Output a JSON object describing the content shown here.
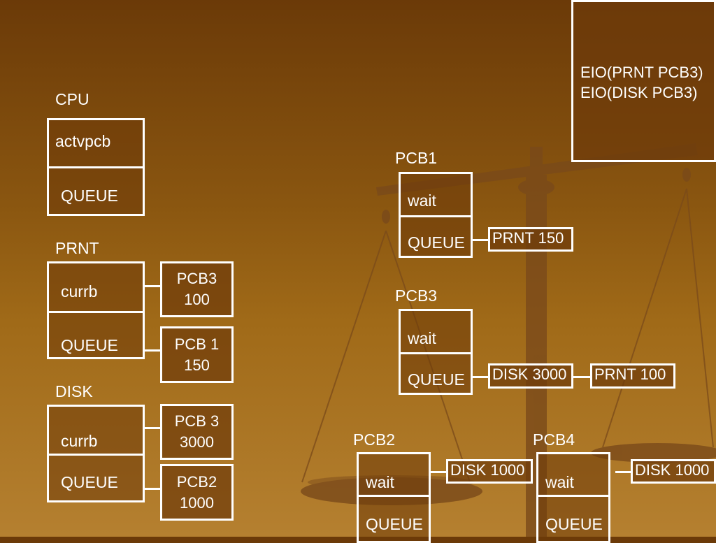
{
  "cpu": {
    "label": "CPU",
    "row1": "actvpcb",
    "row2": "QUEUE"
  },
  "prnt": {
    "label": "PRNT",
    "row1": "currb",
    "row2": "QUEUE",
    "item1": [
      "PCB3",
      "100"
    ],
    "item2": [
      "PCB 1",
      "150"
    ]
  },
  "disk": {
    "label": "DISK",
    "row1": "currb",
    "row2": "QUEUE",
    "item1": [
      "PCB 3",
      "3000"
    ],
    "item2": [
      "PCB2",
      "1000"
    ]
  },
  "pcb1": {
    "label": "PCB1",
    "row1": "wait",
    "row2": "QUEUE",
    "queue": [
      "PRNT 150"
    ]
  },
  "pcb3": {
    "label": "PCB3",
    "row1": "wait",
    "row2": "QUEUE",
    "queue": [
      "DISK 3000",
      "PRNT 100"
    ]
  },
  "pcb2": {
    "label": "PCB2",
    "row1": "wait",
    "row2": "QUEUE",
    "wait_item": "DISK 1000"
  },
  "pcb4": {
    "label": "PCB4",
    "row1": "wait",
    "row2": "QUEUE",
    "wait_item": "DISK 1000"
  },
  "eio": {
    "lines": [
      "EIO(PRNT PCB3)",
      "EIO(DISK  PCB3)"
    ]
  },
  "colors": {
    "background": "#8a5610",
    "line": "#ffffff",
    "scale": "#7a4a1a"
  },
  "background_icon": "balance-scale-icon"
}
